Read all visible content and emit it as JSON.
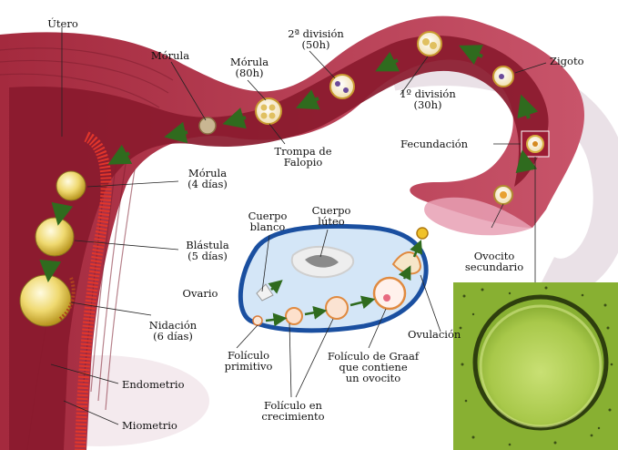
{
  "labels": {
    "utero": "Útero",
    "morula": "Mórula",
    "morula_80h": "Mórula\n(80h)",
    "division_2": "2ª división\n(50h)",
    "division_1": "1º división\n(30h)",
    "zigoto": "Zigoto",
    "fecundacion": "Fecundación",
    "trompa": "Trompa de\nFalopio",
    "morula_4dias": "Mórula\n(4 días)",
    "blastula": "Blástula\n(5 días)",
    "nidacion": "Nidación\n(6 días)",
    "ovario": "Ovario",
    "cuerpo_blanco": "Cuerpo\nblanco",
    "cuerpo_luteo": "Cuerpo\nlúteo",
    "ovocito_secundario": "Ovocito\nsecundario",
    "ovulacion": "Ovulación",
    "foliculo_primitivo": "Folículo\nprimitivo",
    "foliculo_graaf": "Folículo de Graaf\nque contiene\nun ovocito",
    "foliculo_crecimiento": "Folículo en\ncrecimiento",
    "endometrio": "Endometrio",
    "miometrio": "Miometrio"
  },
  "colors": {
    "uterine_wall": "#b7364a",
    "lumen": "#7a1024",
    "endometrium": "#d9302a",
    "ovary_fill": "#cfe3f6",
    "ovary_border": "#1a4fa0",
    "arrow": "#2f6b1e",
    "embryo": "#e8d060",
    "micrograph": "#9ac23a"
  }
}
